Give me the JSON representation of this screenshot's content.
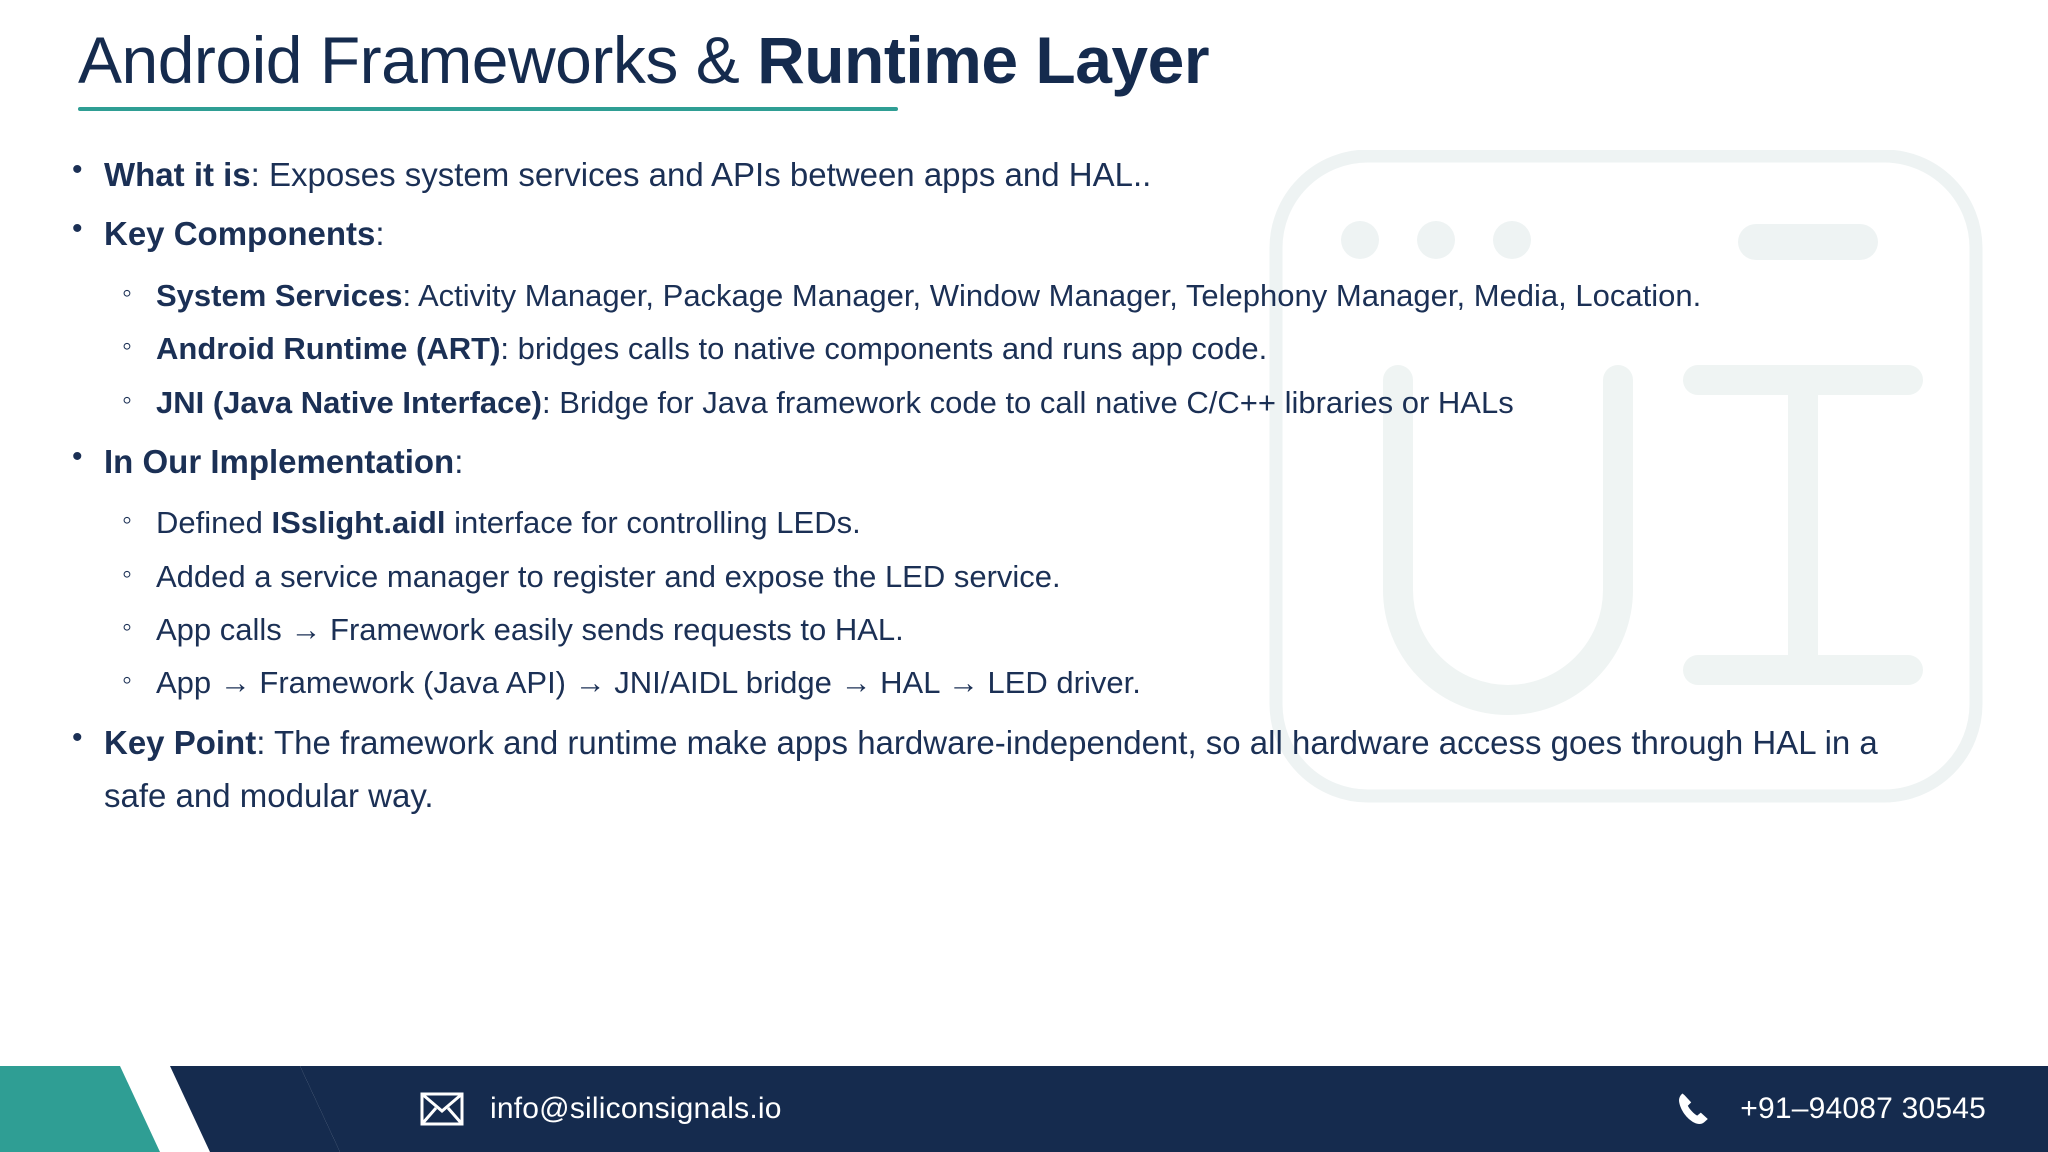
{
  "slide": {
    "title": {
      "light_part": "Android Frameworks & ",
      "bold_part": "Runtime Layer"
    },
    "accent_color": "#2f9e94",
    "text_color": "#152b4e",
    "footer_bg_color": "#152b4e",
    "bullets": [
      {
        "label": "What it is",
        "separator": ": ",
        "text": "Exposes system services and APIs between apps and HAL..",
        "children": []
      },
      {
        "label": "Key Components",
        "separator": ":",
        "text": "",
        "children": [
          {
            "label": "System Services",
            "separator": ": ",
            "text": "Activity Manager, Package Manager, Window Manager, Telephony Manager, Media, Location."
          },
          {
            "label": "Android Runtime (ART)",
            "separator": ": ",
            "text": "bridges calls to native components and runs app code."
          },
          {
            "label": "JNI (Java Native Interface)",
            "separator": ": ",
            "text": "Bridge for Java framework code to call native C/C++ libraries or HALs"
          }
        ]
      },
      {
        "label": "In Our Implementation",
        "separator": ":",
        "text": "",
        "children": [
          {
            "prefix": "Defined ",
            "label": "ISslight.aidl",
            "separator": " ",
            "text": "interface for controlling LEDs."
          },
          {
            "prefix": "",
            "label": "",
            "separator": "",
            "text": "Added a service manager to register and expose the LED service."
          },
          {
            "prefix": "",
            "label": "",
            "separator": "",
            "text": "App calls → Framework easily sends requests to HAL."
          },
          {
            "prefix": "",
            "label": "",
            "separator": "",
            "text": "App → Framework (Java API) → JNI/AIDL bridge → HAL → LED driver."
          }
        ]
      },
      {
        "label": "Key Point",
        "separator": ": ",
        "text": "The framework and runtime make apps hardware-independent, so all hardware access goes through HAL in a safe and modular way.",
        "children": []
      }
    ]
  },
  "footer": {
    "email_icon": "envelope-icon",
    "email": "info@siliconsignals.io",
    "phone_icon": "phone-icon",
    "phone": "+91–94087 30545"
  }
}
